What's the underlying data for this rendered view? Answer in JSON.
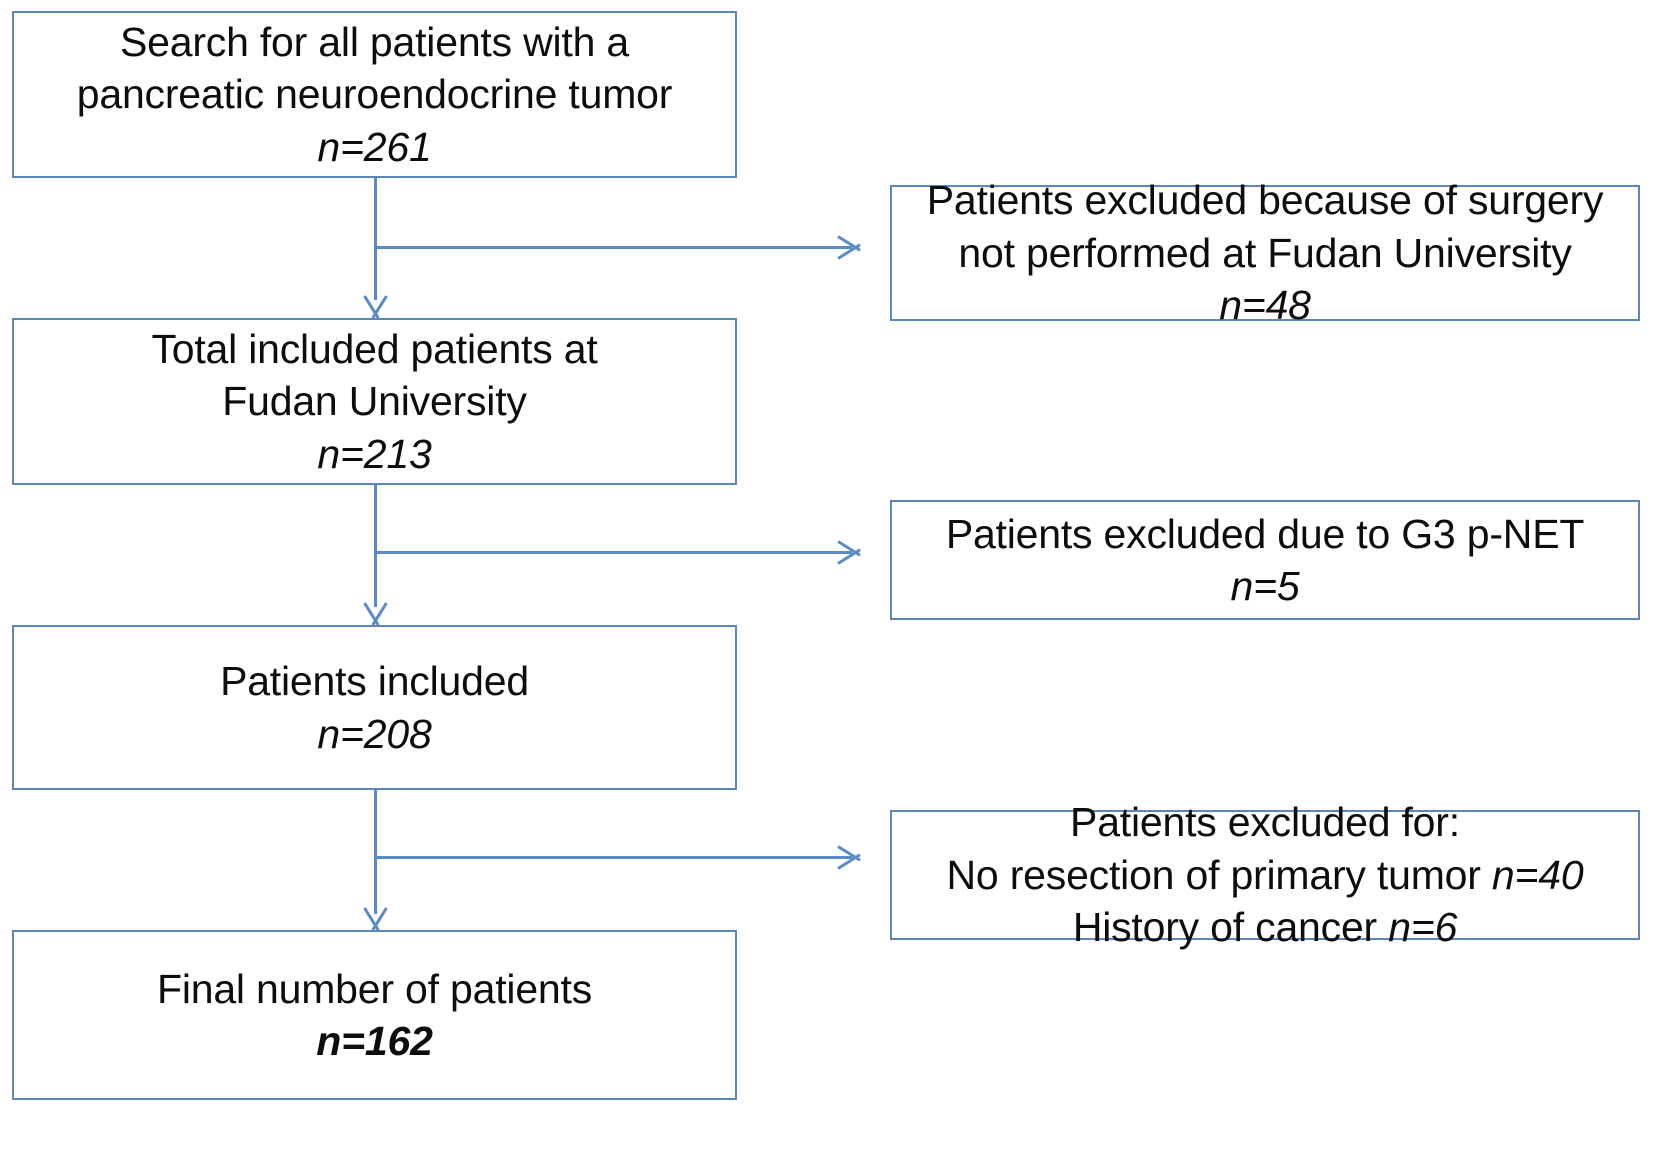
{
  "diagram": {
    "title": "Patient selection flowchart",
    "colors": {
      "box_border": "#5b87bb",
      "connector": "#5b8bc6",
      "text": "#0d0d0d",
      "background": "#ffffff"
    }
  },
  "boxes": {
    "search": {
      "line1": "Search for all patients with a",
      "line2": "pancreatic neuroendocrine tumor",
      "line3": "n=261"
    },
    "total_included": {
      "line1": "Total included patients at",
      "line2": "Fudan University",
      "line3": "n=213"
    },
    "patients_included": {
      "line1": "Patients included",
      "line2": "n=208"
    },
    "final": {
      "line1": "Final number of patients",
      "line2": "n=162"
    },
    "excluded_surgery": {
      "line1": "Patients excluded because of surgery",
      "line2": "not performed at Fudan University",
      "line3": "n=48"
    },
    "excluded_g3": {
      "line1": "Patients excluded due to G3 p-NET",
      "line2": "n=5"
    },
    "excluded_other": {
      "line1": "Patients excluded for:",
      "line2_text": "No resection of primary tumor ",
      "line2_n": "n=40",
      "line3_text": "History of cancer ",
      "line3_n": "n=6"
    }
  },
  "connectors": [
    {
      "name": "search-to-total",
      "kind": "arrow-down"
    },
    {
      "name": "search-to-excluded-surgery",
      "kind": "arrow-right"
    },
    {
      "name": "total-to-included",
      "kind": "arrow-down"
    },
    {
      "name": "total-to-excluded-g3",
      "kind": "arrow-right"
    },
    {
      "name": "included-to-final",
      "kind": "arrow-down"
    },
    {
      "name": "included-to-excluded-other",
      "kind": "arrow-right"
    }
  ]
}
